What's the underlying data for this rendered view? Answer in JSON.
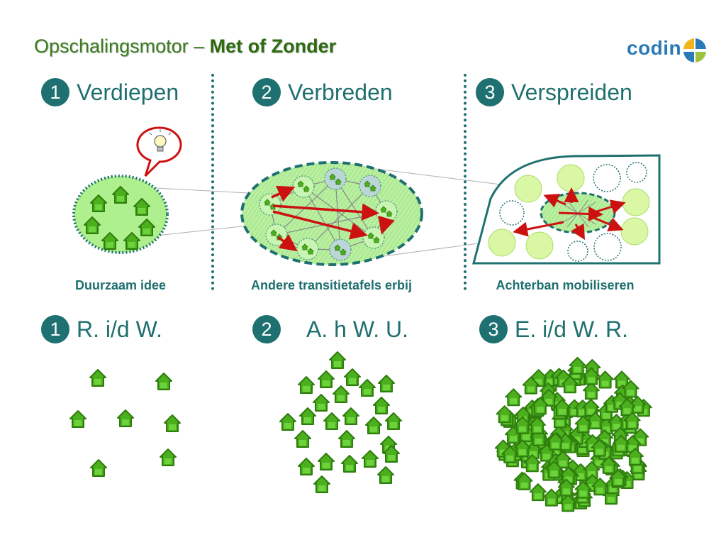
{
  "title": {
    "prefix": "Opschalingsmotor – ",
    "bold": "Met of Zonder"
  },
  "logo": {
    "text": "codin"
  },
  "columns": [
    {
      "num": "1",
      "heading": "Verdiepen",
      "caption": "Duurzaam idee"
    },
    {
      "num": "2",
      "heading": "Verbreden",
      "caption": "Andere transitietafels erbij"
    },
    {
      "num": "3",
      "heading": "Verspreiden",
      "caption": "Achterban mobiliseren"
    }
  ],
  "bottom": [
    {
      "num": "1",
      "label": "R. i/d W."
    },
    {
      "num": "2",
      "label": "A. h W. U."
    },
    {
      "num": "3",
      "label": "E. i/d W. R."
    }
  ],
  "colors": {
    "teal": "#1f7070",
    "green": "#4caf1e",
    "light_green": "#b9f0a0",
    "arrow": "#cc1111"
  }
}
